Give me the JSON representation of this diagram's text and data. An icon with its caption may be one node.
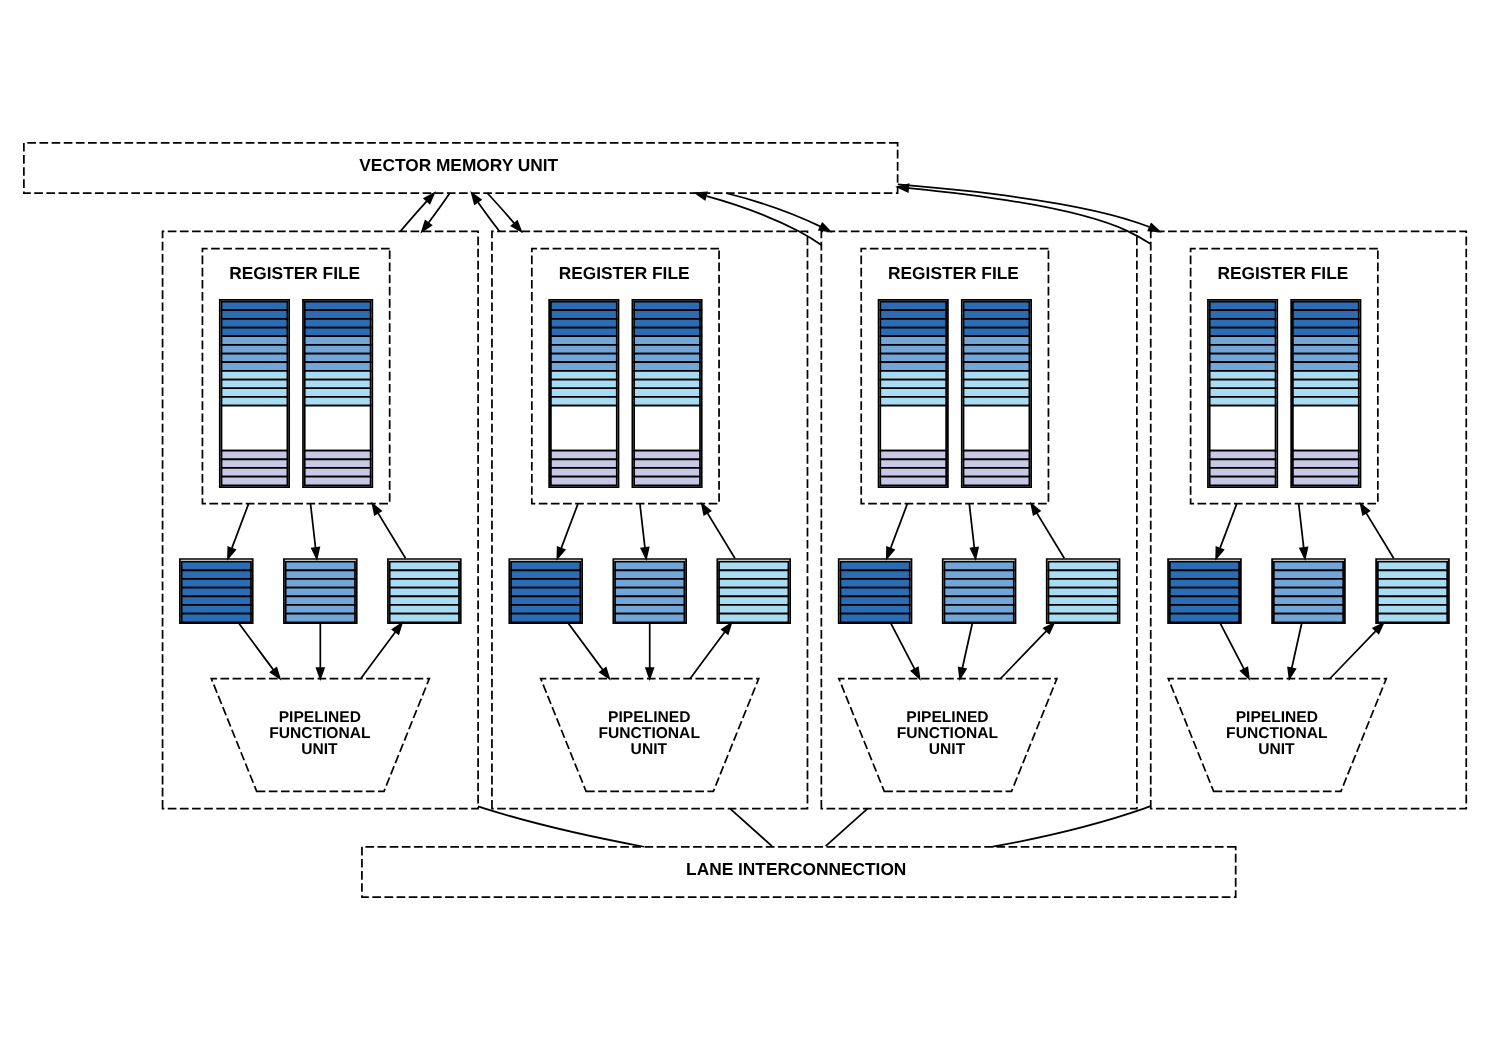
{
  "diagram": {
    "nodes": [
      {
        "text": [
          "VECTOR MEMORY UNIT"
        ]
      },
      {
        "text": [],
        "shape": "box"
      },
      {
        "text": [
          "REGISTER FILE"
        ],
        "in": 1
      },
      {
        "text": [],
        "shape": "box",
        "in": 1
      },
      {
        "text": [],
        "shape": "box",
        "in": 1
      },
      {
        "text": [],
        "shape": "box",
        "in": 1
      },
      {
        "text": [
          "PIPELINED FUNCTIONAL UNIT"
        ],
        "in": 1
      },
      {
        "text": [],
        "shape": "box"
      },
      {
        "text": [
          "REGISTER FILE"
        ],
        "in": 7
      },
      {
        "text": [],
        "shape": "box",
        "in": 7
      },
      {
        "text": [],
        "shape": "box",
        "in": 7
      },
      {
        "text": [],
        "shape": "box",
        "in": 7
      },
      {
        "text": [
          "PIPELINED FUNCTIONAL UNIT"
        ],
        "in": 7
      },
      {
        "text": [],
        "shape": "box"
      },
      {
        "text": [
          "REGISTER FILE"
        ],
        "in": 13
      },
      {
        "text": [],
        "shape": "box",
        "in": 13
      },
      {
        "text": [],
        "shape": "box",
        "in": 13
      },
      {
        "text": [],
        "shape": "box",
        "in": 13
      },
      {
        "text": [
          "PIPELINED FUNCTIONAL UNIT"
        ],
        "in": 13
      },
      {
        "text": [],
        "shape": "box"
      },
      {
        "text": [
          "REGISTER FILE"
        ],
        "in": 19
      },
      {
        "text": [],
        "shape": "box",
        "in": 19
      },
      {
        "text": [],
        "shape": "box",
        "in": 19
      },
      {
        "text": [],
        "shape": "box",
        "in": 19
      },
      {
        "text": [
          "PIPELINED FUNCTIONAL UNIT"
        ],
        "in": 19
      },
      {
        "text": [
          "LANE INTERCONNECTION"
        ]
      }
    ],
    "edges": [
      {
        "from": 0,
        "to": 1,
        "arrow": "to"
      },
      {
        "from": 1,
        "to": 0,
        "arrow": "to"
      },
      {
        "from": 2,
        "to": 3,
        "arrow": "to"
      },
      {
        "from": 2,
        "to": 4,
        "arrow": "to"
      },
      {
        "from": 5,
        "to": 2,
        "arrow": "to"
      },
      {
        "from": 3,
        "to": 6,
        "arrow": "to"
      },
      {
        "from": 4,
        "to": 6,
        "arrow": "to"
      },
      {
        "from": 6,
        "to": 5,
        "arrow": "to"
      },
      {
        "from": 1,
        "to": 25,
        "arrow": "none"
      },
      {
        "from": 0,
        "to": 7,
        "arrow": "to"
      },
      {
        "from": 7,
        "to": 0,
        "arrow": "to"
      },
      {
        "from": 8,
        "to": 9,
        "arrow": "to"
      },
      {
        "from": 8,
        "to": 10,
        "arrow": "to"
      },
      {
        "from": 11,
        "to": 8,
        "arrow": "to"
      },
      {
        "from": 9,
        "to": 12,
        "arrow": "to"
      },
      {
        "from": 10,
        "to": 12,
        "arrow": "to"
      },
      {
        "from": 12,
        "to": 11,
        "arrow": "to"
      },
      {
        "from": 7,
        "to": 25,
        "arrow": "none"
      },
      {
        "from": 0,
        "to": 13,
        "arrow": "to"
      },
      {
        "from": 13,
        "to": 0,
        "arrow": "to"
      },
      {
        "from": 14,
        "to": 15,
        "arrow": "to"
      },
      {
        "from": 14,
        "to": 16,
        "arrow": "to"
      },
      {
        "from": 17,
        "to": 14,
        "arrow": "to"
      },
      {
        "from": 15,
        "to": 18,
        "arrow": "to"
      },
      {
        "from": 16,
        "to": 18,
        "arrow": "to"
      },
      {
        "from": 18,
        "to": 17,
        "arrow": "to"
      },
      {
        "from": 13,
        "to": 25,
        "arrow": "none"
      },
      {
        "from": 0,
        "to": 19,
        "arrow": "to"
      },
      {
        "from": 19,
        "to": 0,
        "arrow": "to"
      },
      {
        "from": 20,
        "to": 21,
        "arrow": "to"
      },
      {
        "from": 20,
        "to": 22,
        "arrow": "to"
      },
      {
        "from": 23,
        "to": 20,
        "arrow": "to"
      },
      {
        "from": 21,
        "to": 24,
        "arrow": "to"
      },
      {
        "from": 22,
        "to": 24,
        "arrow": "to"
      },
      {
        "from": 24,
        "to": 23,
        "arrow": "to"
      },
      {
        "from": 19,
        "to": 25,
        "arrow": "none"
      }
    ]
  }
}
